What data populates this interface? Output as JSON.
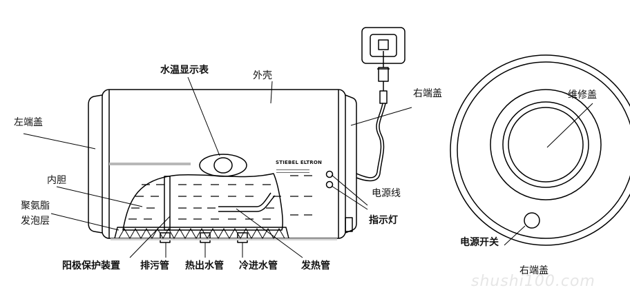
{
  "labels": {
    "water_temp_gauge": "水温显示表",
    "outer_shell": "外壳",
    "right_end_cap": "右端盖",
    "left_end_cap": "左端盖",
    "inner_tank": "内胆",
    "foam_line1": "聚氨脂",
    "foam_line2": "发泡层",
    "power_cord": "电源线",
    "indicator_lights": "指示灯",
    "anode_rod": "阳极保护装置",
    "drain_pipe": "排污管",
    "hot_water_out": "热出水管",
    "cold_water_in": "冷进水管",
    "heating_pipe": "发热管",
    "maintenance_cover": "维修盖",
    "power_switch": "电源开关",
    "right_end_cap_view": "右端盖"
  },
  "brand": "STIEBEL ELTRON",
  "watermark": "shushi100.com"
}
